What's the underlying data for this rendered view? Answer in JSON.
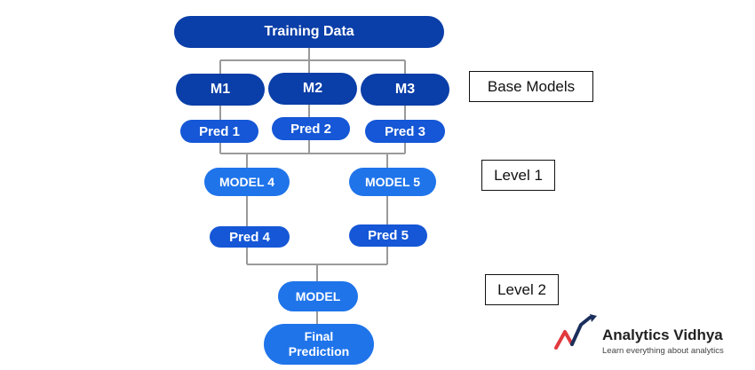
{
  "nodes": {
    "training_data": "Training Data",
    "m1": "M1",
    "m2": "M2",
    "m3": "M3",
    "pred1": "Pred 1",
    "pred2": "Pred 2",
    "pred3": "Pred 3",
    "model4": "MODEL 4",
    "model5": "MODEL 5",
    "pred4": "Pred 4",
    "pred5": "Pred 5",
    "model": "MODEL",
    "final_prediction": "Final Prediction"
  },
  "labels": {
    "base_models": "Base Models",
    "level1": "Level 1",
    "level2": "Level 2"
  },
  "logo": {
    "name": "Analytics Vidhya",
    "tagline": "Learn everything about analytics"
  },
  "colors": {
    "dark_node": "#0a3ea8",
    "mid_node": "#1557d6",
    "light_node": "#1f74ea",
    "connector": "#9a9a9a",
    "logo_red": "#e03a3e",
    "logo_navy": "#1b2f5c"
  }
}
